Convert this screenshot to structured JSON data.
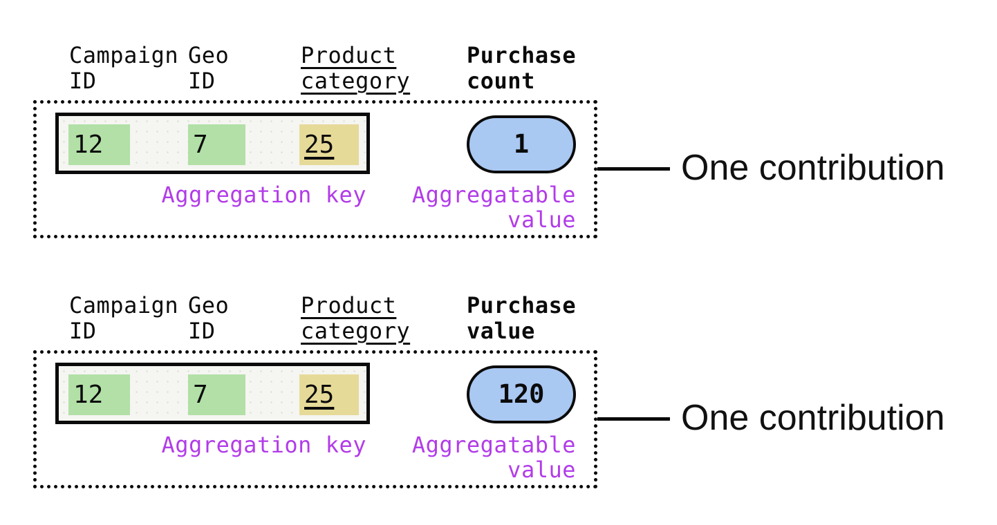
{
  "colors": {
    "highlight_green": "#b2e0a7",
    "highlight_yellow": "#e6da99",
    "pill_blue": "#a9c8f2",
    "label_purple": "#b23ce8",
    "record_background": "#f5f5f2",
    "ink_black": "#0b0b0b"
  },
  "sections": [
    {
      "headers": {
        "campaign": "Campaign\nID",
        "geo": "Geo\nID",
        "product": "Product\ncategory",
        "metric": "Purchase\ncount"
      },
      "record": {
        "campaign_id": "12",
        "geo_id": "7",
        "product_category": "25"
      },
      "value": "1",
      "labels": {
        "aggregation_key": "Aggregation key",
        "aggregatable_value": "Aggregatable\nvalue",
        "contribution": "One contribution"
      }
    },
    {
      "headers": {
        "campaign": "Campaign\nID",
        "geo": "Geo\nID",
        "product": "Product\ncategory",
        "metric": "Purchase\nvalue"
      },
      "record": {
        "campaign_id": "12",
        "geo_id": "7",
        "product_category": "25"
      },
      "value": "120",
      "labels": {
        "aggregation_key": "Aggregation key",
        "aggregatable_value": "Aggregatable\nvalue",
        "contribution": "One contribution"
      }
    }
  ]
}
